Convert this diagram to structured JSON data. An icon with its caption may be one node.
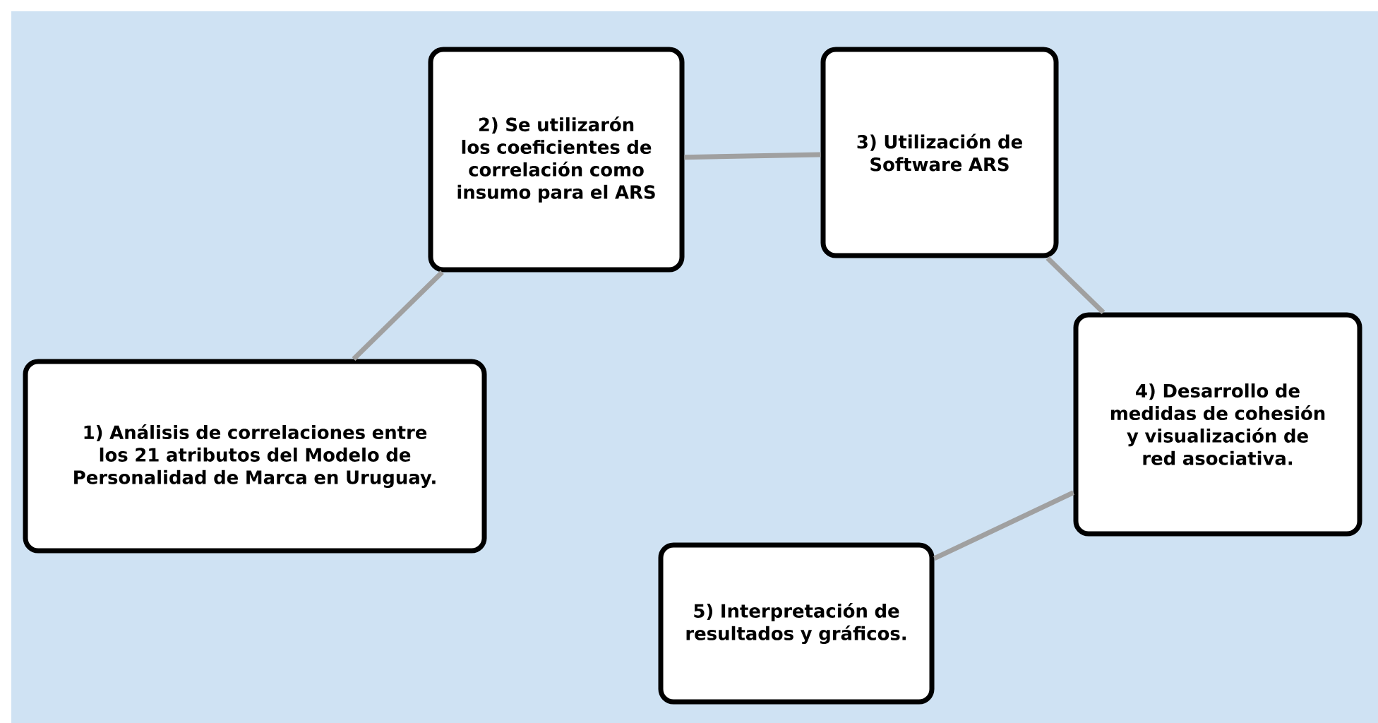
{
  "diagram": {
    "nodes": [
      {
        "text": [
          "1) Análisis de correlaciones entre los 21 atributos del Modelo de Personalidad de Marca en Uruguay."
        ]
      },
      {
        "text": [
          "2) Se utilizarón los coeficientes de correlación como insumo para el ARS"
        ]
      },
      {
        "text": [
          "3) Utilización de Software ARS"
        ]
      },
      {
        "text": [
          "4) Desarrollo de medidas de cohesión y visualización de red asociativa."
        ]
      },
      {
        "text": [
          "5) Interpretación de resultados y gráficos."
        ]
      }
    ],
    "edges": [
      {
        "from": 0,
        "to": 1,
        "arrow": "none"
      },
      {
        "from": 1,
        "to": 2,
        "arrow": "none"
      },
      {
        "from": 2,
        "to": 3,
        "arrow": "none"
      },
      {
        "from": 3,
        "to": 4,
        "arrow": "none"
      }
    ]
  }
}
